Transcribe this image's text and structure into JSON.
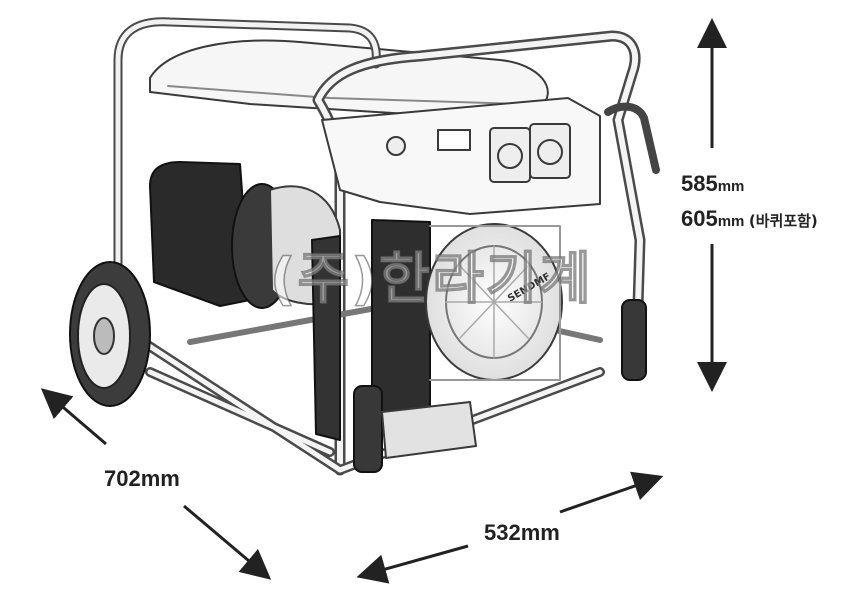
{
  "dimensions": {
    "height": {
      "value": "585",
      "unit": "mm"
    },
    "height_with_wheels": {
      "value": "605",
      "unit": "mm",
      "note": "(바퀴포함)"
    },
    "depth": {
      "value": "702",
      "unit": "mm"
    },
    "width": {
      "value": "532",
      "unit": "mm"
    }
  },
  "watermark": "(주)한라기계",
  "panel": {
    "brand": "SENDMF"
  },
  "colors": {
    "ink": "#222222",
    "sketch": "#3a3a3a",
    "body_fill": "#f4f4f4",
    "dark_part": "#2a2a2a"
  }
}
